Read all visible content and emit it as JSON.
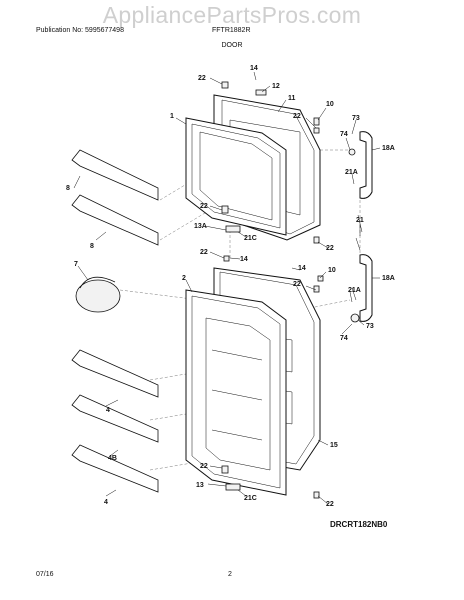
{
  "watermark": "AppliancePartsPros.com",
  "header": {
    "publication": "Publication No: 5995677498",
    "model": "FFTR1882R"
  },
  "title": "DOOR",
  "diagram_code": "DRCRT182NB0",
  "footer": {
    "date": "07/16",
    "page": "2"
  },
  "callouts": [
    {
      "id": "c14a",
      "text": "14"
    },
    {
      "id": "c22a",
      "text": "22"
    },
    {
      "id": "c12",
      "text": "12"
    },
    {
      "id": "c11",
      "text": "11"
    },
    {
      "id": "c10a",
      "text": "10"
    },
    {
      "id": "c22b",
      "text": "22"
    },
    {
      "id": "c73a",
      "text": "73"
    },
    {
      "id": "c74a",
      "text": "74"
    },
    {
      "id": "c18aa",
      "text": "18A"
    },
    {
      "id": "c21aa",
      "text": "21A"
    },
    {
      "id": "c1",
      "text": "1"
    },
    {
      "id": "c8a",
      "text": "8"
    },
    {
      "id": "c8b",
      "text": "8"
    },
    {
      "id": "c22c",
      "text": "22"
    },
    {
      "id": "c13a",
      "text": "13A"
    },
    {
      "id": "c21ca",
      "text": "21C"
    },
    {
      "id": "c21",
      "text": "21"
    },
    {
      "id": "c22d",
      "text": "22"
    },
    {
      "id": "c22e",
      "text": "22"
    },
    {
      "id": "c14b",
      "text": "14"
    },
    {
      "id": "c14c",
      "text": "14"
    },
    {
      "id": "c10b",
      "text": "10"
    },
    {
      "id": "c18ab",
      "text": "18A"
    },
    {
      "id": "c7",
      "text": "7"
    },
    {
      "id": "c2",
      "text": "2"
    },
    {
      "id": "c22f",
      "text": "22"
    },
    {
      "id": "c21ab",
      "text": "21A"
    },
    {
      "id": "c73b",
      "text": "73"
    },
    {
      "id": "c74b",
      "text": "74"
    },
    {
      "id": "c4a",
      "text": "4"
    },
    {
      "id": "c4b",
      "text": "4B"
    },
    {
      "id": "c15",
      "text": "15"
    },
    {
      "id": "c4c",
      "text": "4"
    },
    {
      "id": "c22g",
      "text": "22"
    },
    {
      "id": "c13",
      "text": "13"
    },
    {
      "id": "c21cb",
      "text": "21C"
    },
    {
      "id": "c22h",
      "text": "22"
    }
  ]
}
